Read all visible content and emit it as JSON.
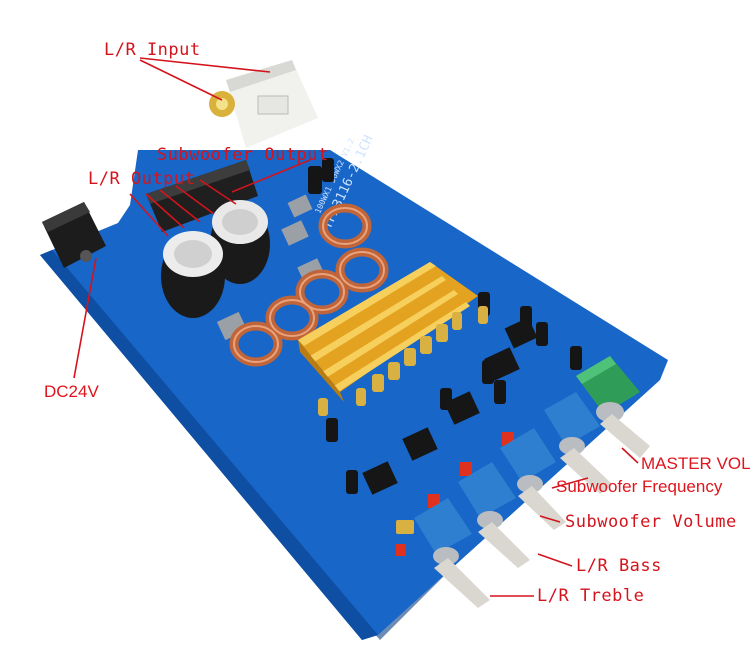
{
  "labels": {
    "lr_input": "L/R Input",
    "subwoofer_output": "Subwoofer Output",
    "lr_output": "L/R Output",
    "dc24v": "DC24V",
    "master_vol": "MASTER VOL",
    "subwoofer_frequency": "Subwoofer Frequency",
    "subwoofer_volume": "Subwoofer Volume",
    "lr_bass": "L/R Bass",
    "lr_treble": "L/R Treble"
  },
  "board_marking": {
    "model": "TPA3116-2.1CH",
    "spec": "100WX1 50WX2 V1.2"
  },
  "colors": {
    "pcb": "#1565c9",
    "pcb_dark": "#0d4a9e",
    "heatsink": "#f2b630",
    "callout": "#d4141c",
    "pot_blue": "#2f7fd0",
    "pot_green": "#2e9e5a",
    "copper": "#c8693a"
  }
}
